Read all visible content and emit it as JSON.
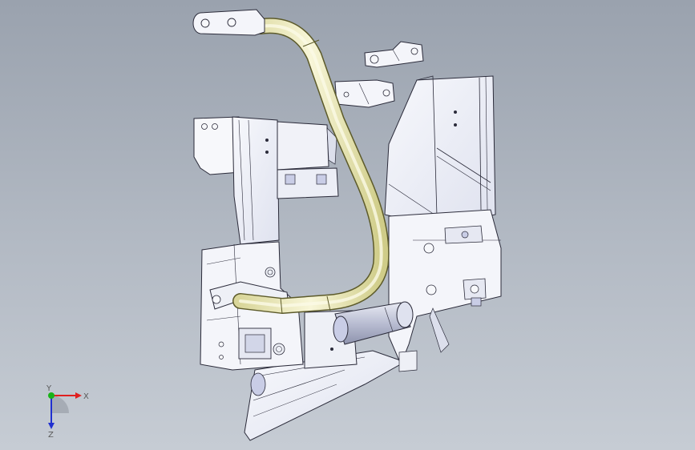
{
  "viewport": {
    "background_top": "#9aa2ae",
    "background_bottom": "#c6ccd4"
  },
  "model": {
    "part_fill": "#eef0f6",
    "part_fill_light": "#f7f8fb",
    "part_edge": "#2b2b3a",
    "part_shade": "#c9cde6",
    "rod_fill": "#f4f2c8",
    "rod_edge": "#5c5a2a",
    "cylinder_fill": "#cfd3e2"
  },
  "triad": {
    "x_label": "X",
    "y_label": "Y",
    "z_label": "Z",
    "x_color": "#e02020",
    "y_color": "#18b318",
    "z_color": "#2030d0"
  }
}
